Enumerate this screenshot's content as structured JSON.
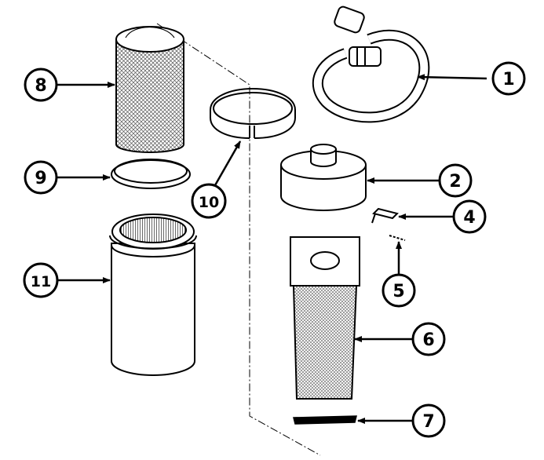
{
  "callouts": [
    {
      "id": "c1",
      "label": "1"
    },
    {
      "id": "c2",
      "label": "2"
    },
    {
      "id": "c4",
      "label": "4"
    },
    {
      "id": "c5",
      "label": "5"
    },
    {
      "id": "c6",
      "label": "6"
    },
    {
      "id": "c7",
      "label": "7"
    },
    {
      "id": "c8",
      "label": "8"
    },
    {
      "id": "c9",
      "label": "9"
    },
    {
      "id": "c10",
      "label": "10"
    },
    {
      "id": "c11",
      "label": "11"
    }
  ],
  "colors": {
    "line": "#000000",
    "background": "#ffffff",
    "mesh": "#555555"
  }
}
